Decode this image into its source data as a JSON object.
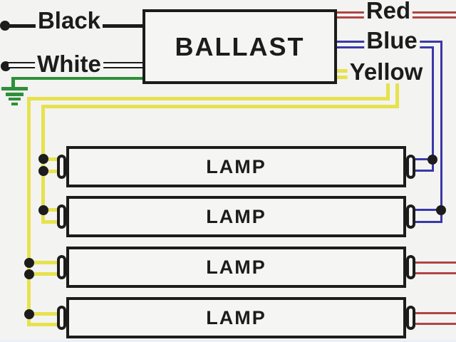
{
  "colors": {
    "background": "#f3f3f1",
    "wire-black": "#1c1c1c",
    "wire-white": "#ffffff",
    "wire-green": "#2f8f3a",
    "wire-red": "#b04545",
    "wire-blue": "#3939a8",
    "wire-yellow": "#e6e24e"
  },
  "ballast": {
    "label": "BALLAST"
  },
  "wire_labels": {
    "black": "Black",
    "white": "White",
    "red": "Red",
    "blue": "Blue",
    "yellow": "Yellow"
  },
  "lamps": [
    {
      "label": "LAMP"
    },
    {
      "label": "LAMP"
    },
    {
      "label": "LAMP"
    },
    {
      "label": "LAMP"
    }
  ]
}
